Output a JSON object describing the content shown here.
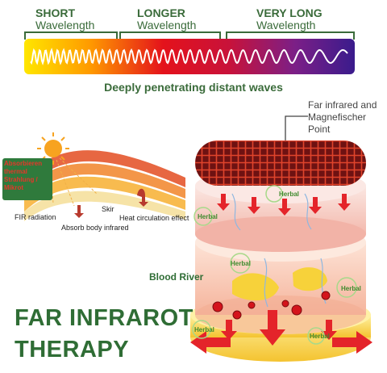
{
  "spectrum": {
    "short_title": "SHORT",
    "short_sub": "Wavelength",
    "longer_title": "LONGER",
    "longer_sub": "Wavelength",
    "verylong_title": "VERY LONG",
    "verylong_sub": "Wavelength",
    "caption": "Deeply penetrating distant waves",
    "colors": [
      "#ffe600",
      "#ff8a00",
      "#e4121b",
      "#c2123f",
      "#7b1f87",
      "#3a1b8c"
    ]
  },
  "callout": {
    "line1": "Far infrared and",
    "line2": "Magnefischer",
    "line3": "Point"
  },
  "skin_diagram": {
    "badge": "Absorbieren thermal Strahlung / Mikrot",
    "fir_radiation": "FIR radiation",
    "skin": "Skir",
    "absorb": "Absorb body infrared",
    "heat": "Heat circulation effect"
  },
  "layers": {
    "herbal": "Herbal",
    "blood_river": "Blood River"
  },
  "title": {
    "line1": "FAR INFRAROT",
    "line2": "THERAPY"
  }
}
